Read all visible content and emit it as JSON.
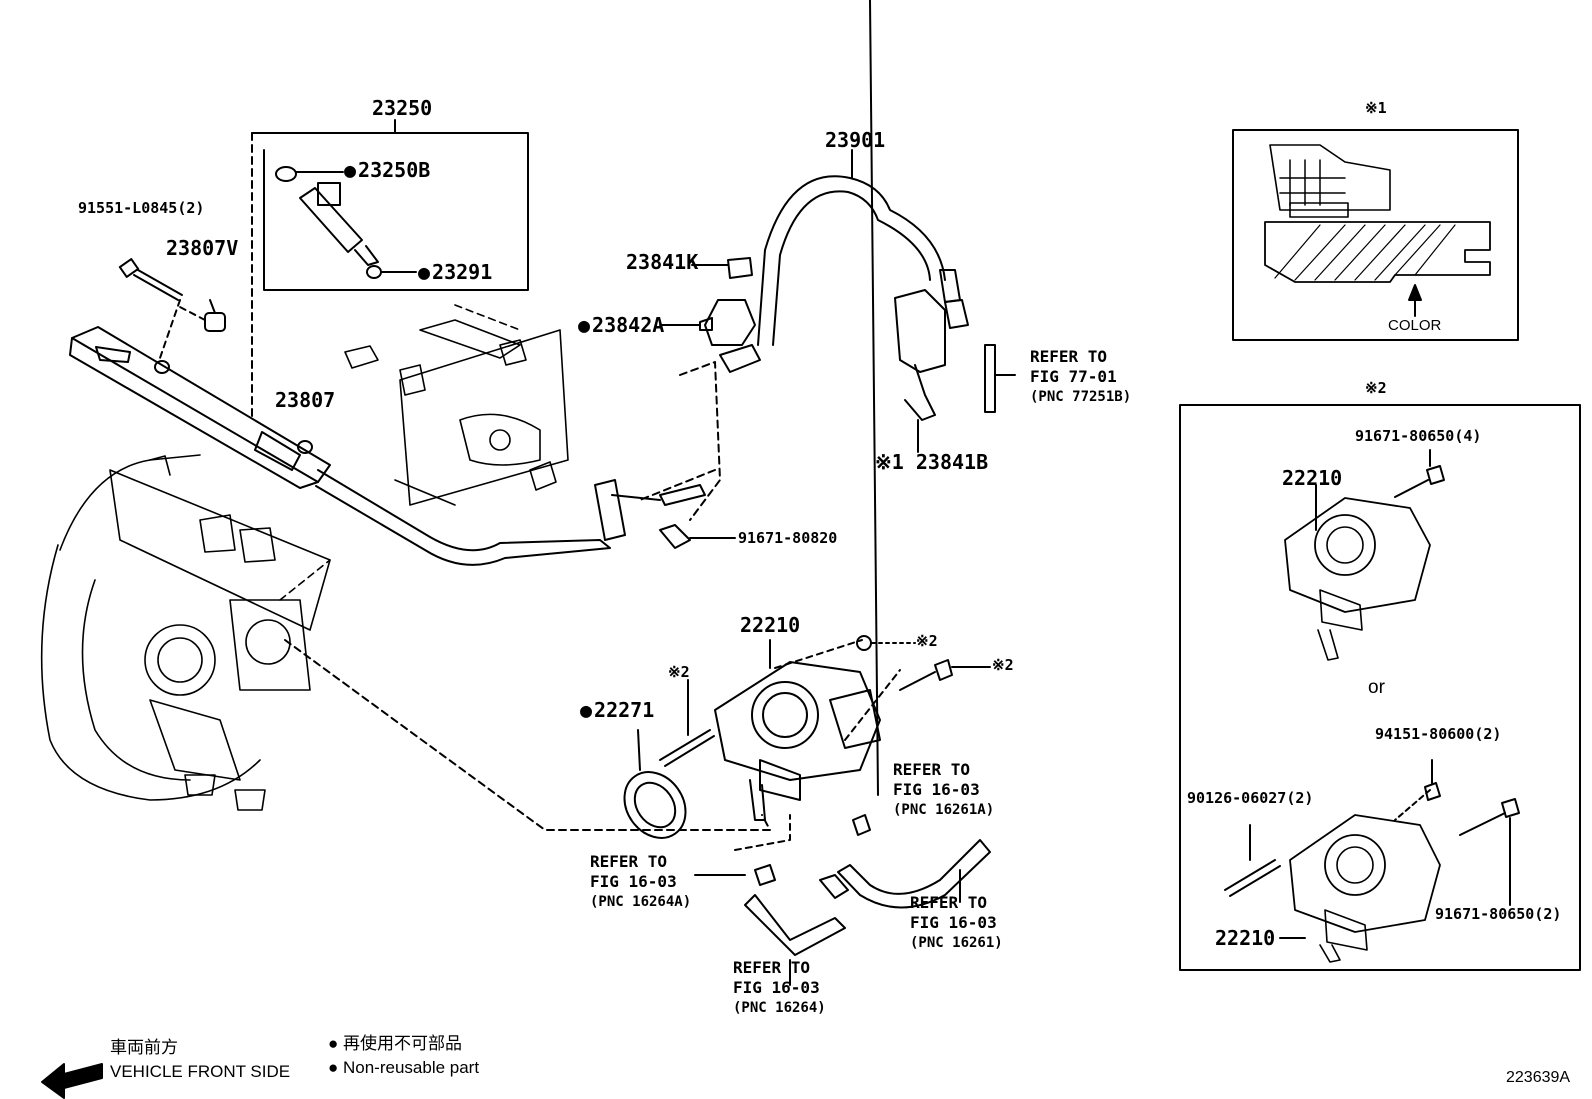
{
  "parts": {
    "p23250": "23250",
    "p23250B": "23250B",
    "p23291": "23291",
    "p91551": "91551-L0845(2)",
    "p23807V": "23807V",
    "p23807": "23807",
    "p23901": "23901",
    "p23841K": "23841K",
    "p23842A": "23842A",
    "p23841B": "23841B",
    "p91671_80820": "91671-80820",
    "p22210_main": "22210",
    "p22271": "22271",
    "note2_a": "※2",
    "note2_b": "※2",
    "note2_c": "※2",
    "note1_label": "※1"
  },
  "refers": {
    "fig77": {
      "l1": "REFER TO",
      "l2": "FIG 77-01",
      "l3": "(PNC 77251B)"
    },
    "fig16a": {
      "l1": "REFER TO",
      "l2": "FIG 16-03",
      "l3": "(PNC 16261A)"
    },
    "fig16b": {
      "l1": "REFER TO",
      "l2": "FIG 16-03",
      "l3": "(PNC 16264A)"
    },
    "fig16c": {
      "l1": "REFER TO",
      "l2": "FIG 16-03",
      "l3": "(PNC 16261)"
    },
    "fig16d": {
      "l1": "REFER TO",
      "l2": "FIG 16-03",
      "l3": "(PNC 16264)"
    }
  },
  "box1": {
    "title": "※1",
    "color_label": "COLOR"
  },
  "box2": {
    "title": "※2",
    "p91671_4": "91671-80650(4)",
    "p22210_top": "22210",
    "or_text": "or",
    "p94151": "94151-80600(2)",
    "p90126": "90126-06027(2)",
    "p91671_2": "91671-80650(2)",
    "p22210_bottom": "22210"
  },
  "legend": {
    "jp_direction": "車両前方",
    "en_direction": "VEHICLE FRONT SIDE",
    "jp_nonreusable": "● 再使用不可部品",
    "en_nonreusable": "● Non-reusable part"
  },
  "figure_id": "223639A"
}
